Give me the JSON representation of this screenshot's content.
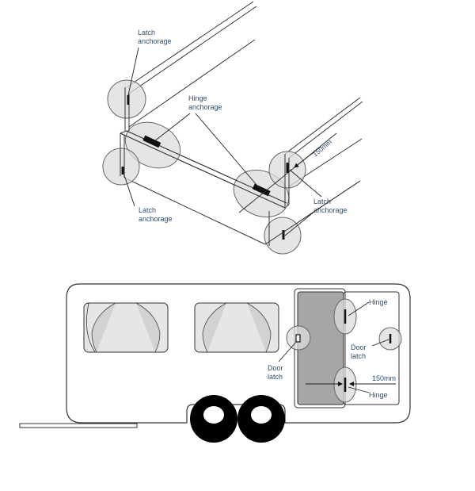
{
  "top_diagram": {
    "latch_top_left": [
      "Latch",
      "anchorage"
    ],
    "hinge": [
      "Hinge",
      "anchorage"
    ],
    "latch_bottom_left": [
      "Latch",
      "anchorage"
    ],
    "latch_right": [
      "Latch",
      "anchorage"
    ],
    "dimension": "150mm"
  },
  "bottom_diagram": {
    "door_latch_left": [
      "Door",
      "latch"
    ],
    "hinge_top": "Hinge",
    "door_latch_right": [
      "Door",
      "latch"
    ],
    "dimension": "150mm",
    "hinge_bottom": "Hinge"
  },
  "colors": {
    "label": "#2d4f73",
    "door_fill": "#a6a6a8",
    "highlight_circle": "#dcdcdc"
  }
}
